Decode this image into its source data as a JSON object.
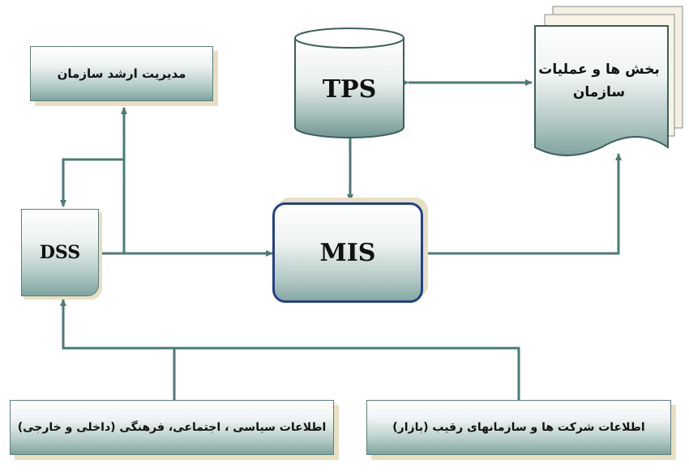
{
  "nodes": {
    "senior_management": "مدیریت ارشد سازمان",
    "tps": "TPS",
    "departments": "بخش ها و عملیات سازمان",
    "dss": "DSS",
    "mis": "MIS",
    "political_info": "اطلاعات سیاسی ، اجتماعی، فرهنگی (داخلی و خارجی)",
    "competitor_info": "اطلاعات شرکت ها و سازمانهای رقیب (بازار)"
  },
  "colors": {
    "line": "#4d7a74",
    "mis_border": "#23408a",
    "shadow": "#e8dfc3"
  }
}
